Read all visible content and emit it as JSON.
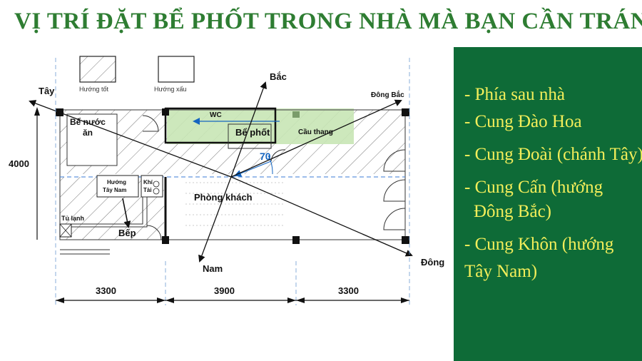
{
  "title": "VỊ TRÍ ĐẶT BỂ PHỐT TRONG NHÀ MÀ BẠN CẦN TRÁNH",
  "legend": {
    "good": "Hướng tốt",
    "bad": "Hướng xấu"
  },
  "directions": {
    "north": "Bắc",
    "south": "Nam",
    "east": "Đông",
    "west": "Tây",
    "northeast": "Đông Bắc"
  },
  "rooms": {
    "water_tank_line1": "Bể nước",
    "water_tank_line2": "ăn",
    "wc": "WC",
    "septic": "Bể phốt",
    "stairs": "Cầu thang",
    "living_room": "Phòng khách",
    "kitchen": "Bếp",
    "southwest_line1": "Hướng",
    "southwest_line2": "Tây Nam",
    "gas_line1": "Khí",
    "gas_line2": "Tài",
    "fridge": "Tủ lạnh"
  },
  "angle_label": "70",
  "dimensions": {
    "height": "4000",
    "w1": "3300",
    "w2": "3900",
    "w3": "3300"
  },
  "avoid_list": [
    {
      "line1": "- Phía sau nhà",
      "line2": ""
    },
    {
      "line1": "- Cung Đào Hoa",
      "line2": ""
    },
    {
      "line1": "- Cung Đoài (chánh Tây)",
      "line2": ""
    },
    {
      "line1": "- Cung Cấn (hướng",
      "line2": "Đông Bắc)"
    },
    {
      "line1": "- Cung Khôn (hướng",
      "line2": "Tây Nam)"
    }
  ],
  "colors": {
    "title": "#2e7d32",
    "panel": "#0e6b37",
    "panel_text": "#f3ee5a",
    "arrow": "#1565c0",
    "wc_fill": "#c8e6b5"
  }
}
